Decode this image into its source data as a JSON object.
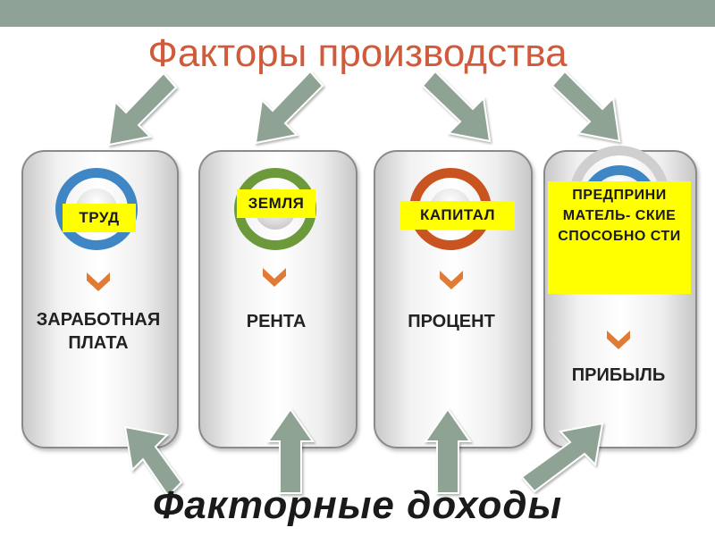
{
  "title": "Факторы производства",
  "footer": "Факторные доходы",
  "columns": [
    {
      "factor": "ТРУД",
      "income": "ЗАРАБОТНАЯ ПЛАТА"
    },
    {
      "factor": "ЗЕМЛЯ",
      "income": "РЕНТА"
    },
    {
      "factor": "КАПИТАЛ",
      "income": "ПРОЦЕНТ"
    },
    {
      "factor": "ПРЕДПРИНИ МАТЕЛЬ- СКИЕ СПОСОБНО СТИ",
      "income": "ПРИБЫЛЬ"
    }
  ],
  "colors": {
    "title": "#d05a3a",
    "arrow": "#8fa394",
    "label_bg": "#ffff00",
    "chevron": "#e07a34",
    "ring_labor": "#3f86c4",
    "ring_land": "#6c9a3a",
    "ring_capital": "#c9541f",
    "ring_entrepreneurship": "#3f86c4"
  },
  "icons": [
    "chevron-down-icon",
    "arrow-icon"
  ]
}
